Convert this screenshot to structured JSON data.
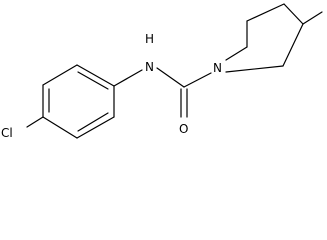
{
  "molecule": {
    "atom_labels": {
      "chlorine": "Cl",
      "amide_nitrogen": "N",
      "amide_hydrogen": "H",
      "ring_nitrogen": "N",
      "carbonyl_oxygen": "O"
    },
    "colors": {
      "bond": "#000000",
      "text": "#000000",
      "background": "#ffffff"
    }
  }
}
